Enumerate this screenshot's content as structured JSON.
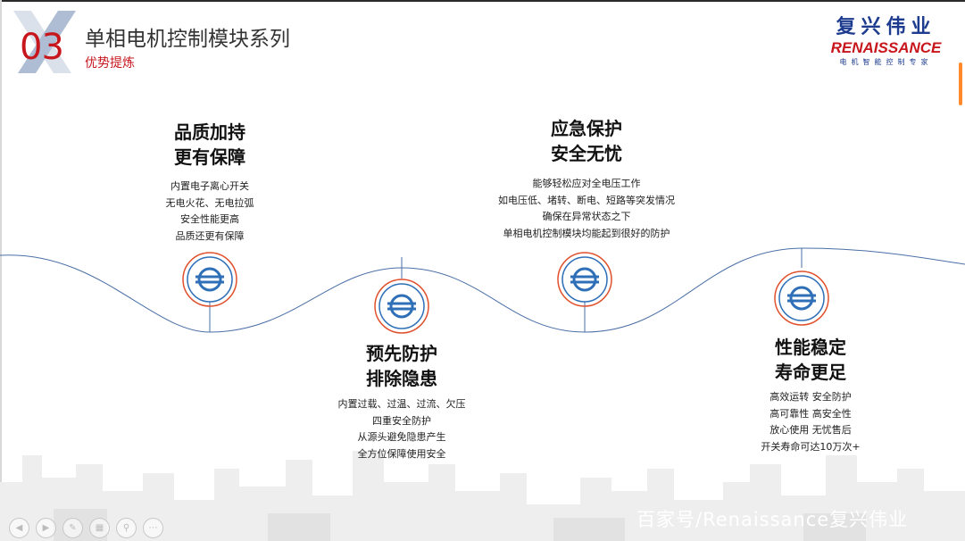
{
  "header": {
    "section_number": "03",
    "title": "单相电机控制模块系列",
    "subtitle": "优势提炼"
  },
  "logo": {
    "cn": "复兴伟业",
    "en": "RENAISSANCE",
    "tagline": "电机智能控制专家"
  },
  "features": [
    {
      "heading_line1": "品质加持",
      "heading_line2": "更有保障",
      "lines": [
        "内置电子离心开关",
        "无电火花、无电拉弧",
        "安全性能更高",
        "品质还更有保障"
      ]
    },
    {
      "heading_line1": "预先防护",
      "heading_line2": "排除隐患",
      "lines": [
        "内置过载、过温、过流、欠压",
        "四重安全防护",
        "从源头避免隐患产生",
        "全方位保障使用安全"
      ]
    },
    {
      "heading_line1": "应急保护",
      "heading_line2": "安全无忧",
      "lines": [
        "能够轻松应对全电压工作",
        "如电压低、堵转、断电、短路等突发情况",
        "确保在异常状态之下",
        "单相电机控制模块均能起到很好的防护"
      ]
    },
    {
      "heading_line1": "性能稳定",
      "heading_line2": "寿命更足",
      "lines": [
        "高效运转 安全防护",
        "高可靠性 高安全性",
        "放心使用 无忧售后",
        "开关寿命可达10万次+"
      ]
    }
  ],
  "watermark": "百家号/Renaissance复兴伟业",
  "colors": {
    "accent_red": "#c8161d",
    "brand_blue": "#1d3c8f",
    "icon_blue": "#2e6fb7"
  },
  "nav_icons": [
    "prev-icon",
    "next-icon",
    "pen-icon",
    "slides-icon",
    "zoom-icon",
    "more-icon"
  ]
}
